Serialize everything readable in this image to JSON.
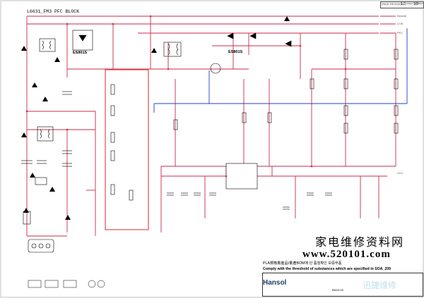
{
  "sheet": {
    "title": "L6631_FM3 PFC BLOCK",
    "revision": "1.3",
    "page": "1/3",
    "revision_label": "PAGE REVISION",
    "page_label": "SHEET NUMBER"
  },
  "rails": {
    "neutral": "Neutral",
    "live": "LIVE",
    "pfc": "PFC",
    "vcc": "VCC"
  },
  "ic": {
    "left": "ES801S",
    "right": "ES801S"
  },
  "watermark": {
    "line1": "家电维修资料网",
    "line2": "www.520101.com",
    "line3": "迅捷维修"
  },
  "notes": [
    "PLA規格量産品/量產BOM에 단 품질확인 보증부품",
    "Comply with the threshold of substances which are specified in SOA_209"
  ],
  "title_block": {
    "brand": "Hansol",
    "model": "BN44-00"
  },
  "colors": {
    "wire": "#cc2a4b",
    "ground": "#1e3fc8",
    "frame": "#e23b3b",
    "part": "#000000"
  }
}
